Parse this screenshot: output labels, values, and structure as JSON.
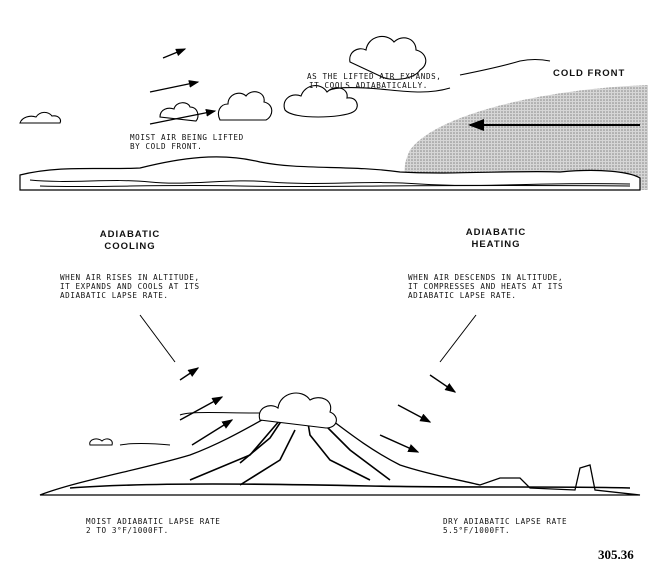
{
  "top_panel": {
    "cloud_label": [
      "AS THE LIFTED AIR EXPANDS,",
      "IT COOLS ADIABATICALLY."
    ],
    "front_label": "COLD FRONT",
    "moist_label": [
      "MOIST AIR BEING LIFTED",
      "BY COLD FRONT."
    ]
  },
  "bottom_panel": {
    "cooling_title": [
      "ADIABATIC",
      "COOLING"
    ],
    "heating_title": [
      "ADIABATIC",
      "HEATING"
    ],
    "cooling_text": [
      "WHEN AIR RISES IN ALTITUDE,",
      "IT EXPANDS AND COOLS AT ITS",
      "ADIABATIC LAPSE RATE."
    ],
    "heating_text": [
      "WHEN AIR DESCENDS IN ALTITUDE,",
      "IT COMPRESSES AND HEATS AT ITS",
      "ADIABATIC LAPSE RATE."
    ],
    "moist_rate": [
      "MOIST ADIABATIC LAPSE RATE",
      "2 TO 3°F/1000FT."
    ],
    "dry_rate": [
      "DRY ADIABATIC LAPSE RATE",
      "5.5°F/1000FT."
    ]
  },
  "figure_number": "305.36"
}
